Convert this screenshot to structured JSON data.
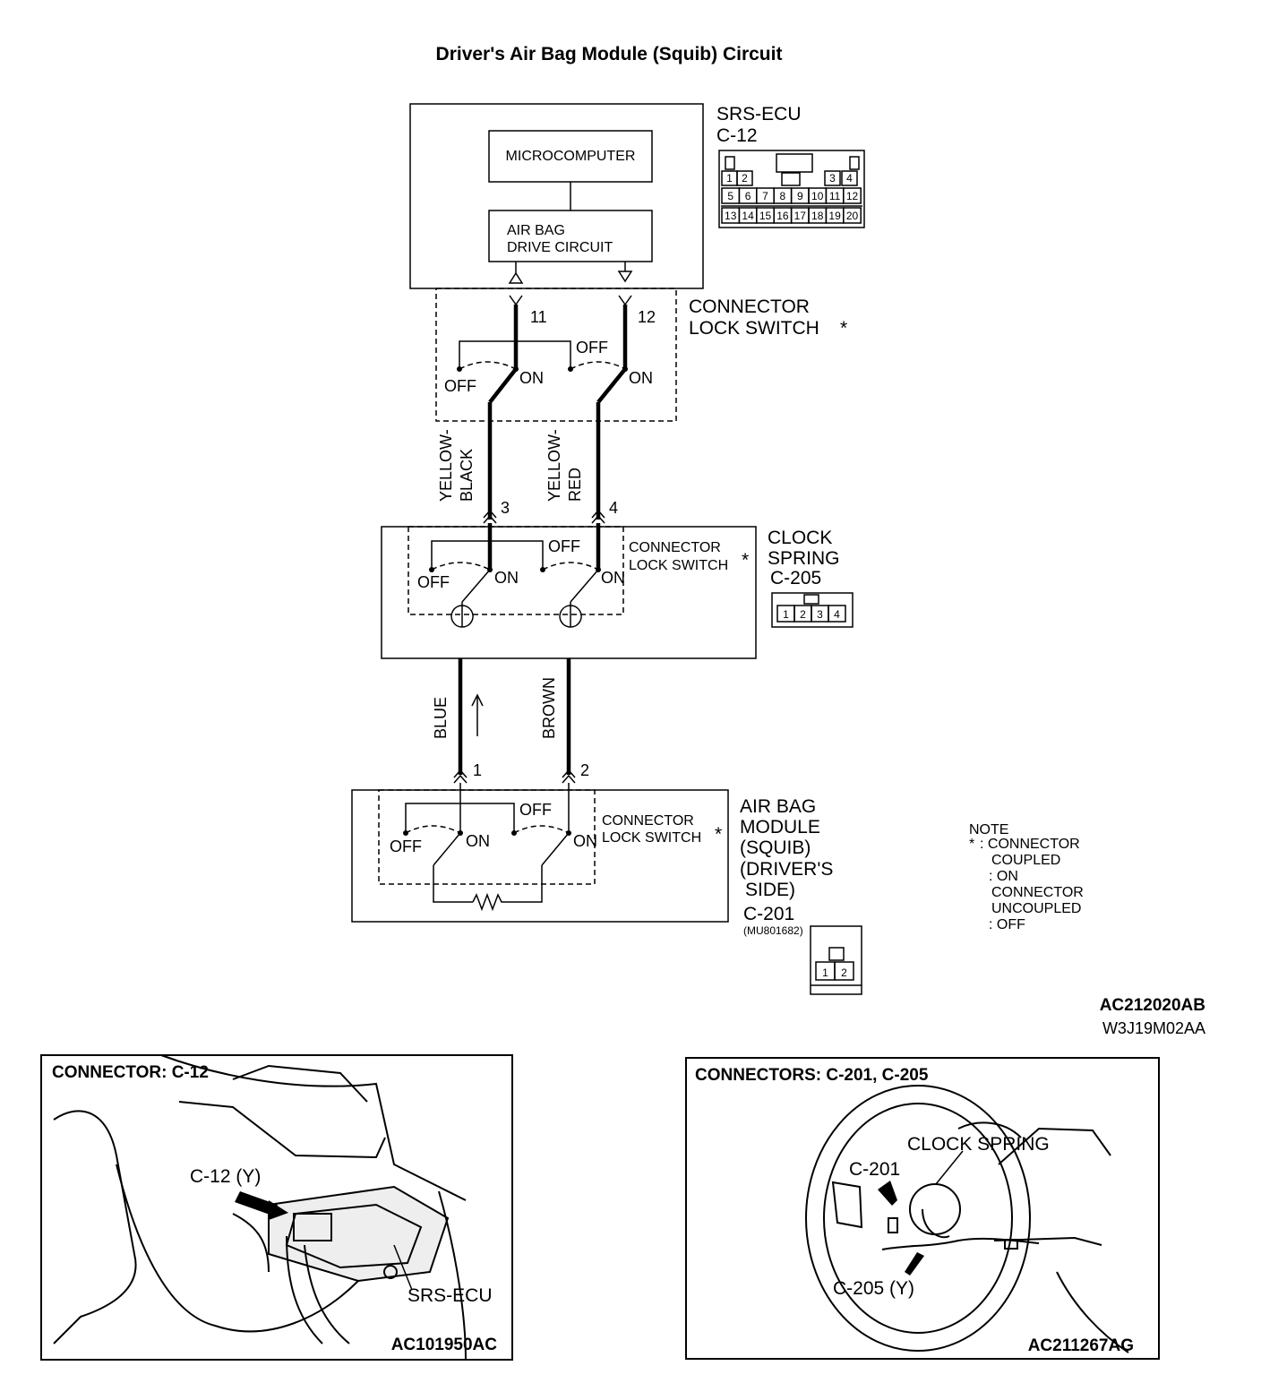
{
  "title": "Driver's Air Bag Module (Squib) Circuit",
  "ecu": {
    "name": "SRS-ECU",
    "connector": "C-12",
    "microcomputer": "MICROCOMPUTER",
    "drive_circuit_line1": "AIR BAG",
    "drive_circuit_line2": "DRIVE CIRCUIT",
    "pins_row1": [
      "1",
      "2",
      "3",
      "4"
    ],
    "pins_row2": [
      "5",
      "6",
      "7",
      "8",
      "9",
      "10",
      "11",
      "12"
    ],
    "pins_row3": [
      "13",
      "14",
      "15",
      "16",
      "17",
      "18",
      "19",
      "20"
    ]
  },
  "ecu_lock_switch": {
    "line1": "CONNECTOR",
    "line2": "LOCK SWITCH",
    "star": "*"
  },
  "switch_labels": {
    "off": "OFF",
    "on": "ON"
  },
  "terminals": {
    "t11": "11",
    "t12": "12",
    "t3": "3",
    "t4": "4",
    "t1": "1",
    "t2": "2"
  },
  "wires": {
    "yellow_black_1": "YELLOW-",
    "yellow_black_2": "BLACK",
    "yellow_red_1": "YELLOW-",
    "yellow_red_2": "RED",
    "blue": "BLUE",
    "brown": "BROWN"
  },
  "clock_spring": {
    "line1": "CLOCK",
    "line2": "SPRING",
    "connector": "C-205",
    "lock_switch_1": "CONNECTOR",
    "lock_switch_2": "LOCK SWITCH",
    "star": "*",
    "pins": [
      "1",
      "2",
      "3",
      "4"
    ]
  },
  "airbag_module": {
    "line1": "AIR BAG",
    "line2": "MODULE",
    "line3": "(SQUIB)",
    "line4": "(DRIVER'S",
    "line5": "SIDE)",
    "connector": "C-201",
    "part": "(MU801682)",
    "lock_switch_1": "CONNECTOR",
    "lock_switch_2": "LOCK SWITCH",
    "star": "*",
    "pins": [
      "1",
      "2"
    ]
  },
  "note": {
    "heading": "NOTE",
    "star": "*",
    "lines": [
      ": CONNECTOR",
      "COUPLED",
      ": ON",
      "CONNECTOR",
      "UNCOUPLED",
      ": OFF"
    ]
  },
  "codes": {
    "diagram": "AC212020AB",
    "page": "W3J19M02AA"
  },
  "panel_left": {
    "title": "CONNECTOR: C-12",
    "callout": "C-12 (Y)",
    "ecu_label": "SRS-ECU",
    "code": "AC101950AC"
  },
  "panel_right": {
    "title": "CONNECTORS: C-201, C-205",
    "clock_spring": "CLOCK SPRING",
    "c201": "C-201",
    "c205": "C-205 (Y)",
    "code": "AC211267AG"
  },
  "colors": {
    "ink": "#000000",
    "paper": "#ffffff"
  }
}
